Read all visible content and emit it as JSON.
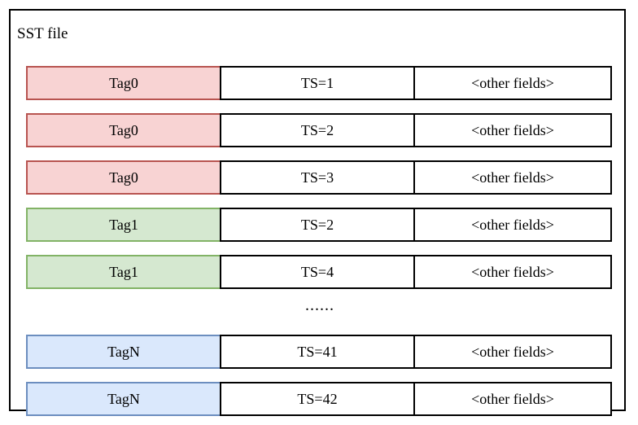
{
  "diagram": {
    "container_label": "SST file",
    "colors": {
      "tag0_fill": "#F8D3D3",
      "tag0_border": "#B85450",
      "tag1_fill": "#D5E8D0",
      "tag1_border": "#82B366",
      "tagN_fill": "#DAE8FC",
      "tagN_border": "#6C8EBF",
      "cell_border": "#000000",
      "container_border": "#000000",
      "background": "#FFFFFF"
    },
    "ellipsis": "......",
    "rows": [
      {
        "tag": "Tag0",
        "timestamp": "TS=1",
        "other": "<other fields>",
        "color": "pink"
      },
      {
        "tag": "Tag0",
        "timestamp": "TS=2",
        "other": "<other fields>",
        "color": "pink"
      },
      {
        "tag": "Tag0",
        "timestamp": "TS=3",
        "other": "<other fields>",
        "color": "pink"
      },
      {
        "tag": "Tag1",
        "timestamp": "TS=2",
        "other": "<other fields>",
        "color": "green"
      },
      {
        "tag": "Tag1",
        "timestamp": "TS=4",
        "other": "<other fields>",
        "color": "green"
      },
      {
        "tag": "TagN",
        "timestamp": "TS=41",
        "other": "<other fields>",
        "color": "blue"
      },
      {
        "tag": "TagN",
        "timestamp": "TS=42",
        "other": "<other fields>",
        "color": "blue"
      }
    ]
  }
}
